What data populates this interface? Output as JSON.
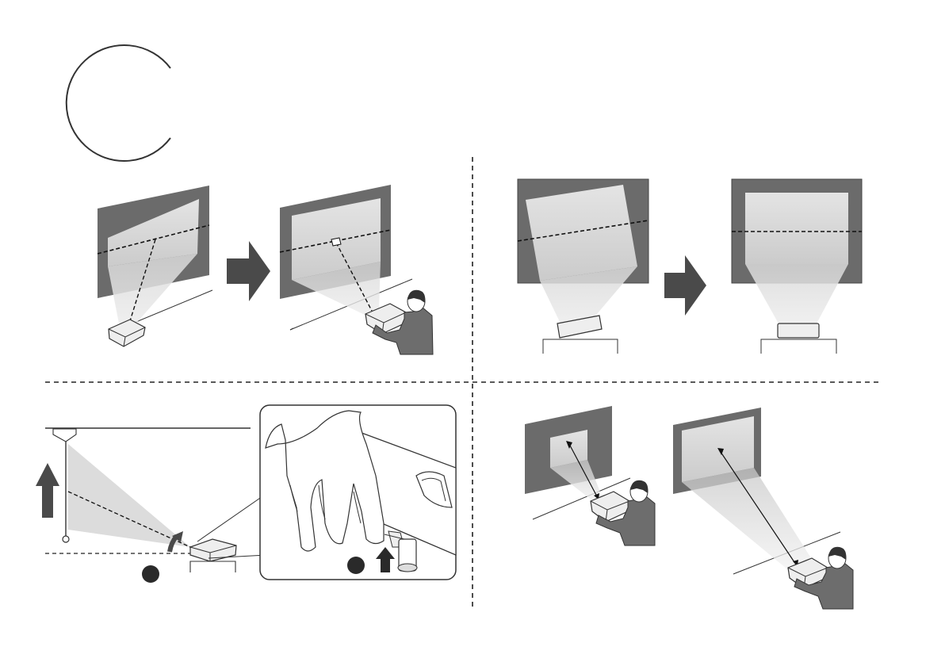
{
  "page": {
    "step_marker": {
      "shape": "open-circle",
      "label": ""
    }
  },
  "panels": [
    {
      "id": "top-left",
      "topic": "projector-perpendicular-to-screen",
      "label": ""
    },
    {
      "id": "top-right",
      "topic": "projector-level-horizontal",
      "label": ""
    },
    {
      "id": "bottom-left",
      "topic": "adjust-front-foot-height",
      "label": ""
    },
    {
      "id": "bottom-right",
      "topic": "adjust-distance-to-screen",
      "label": ""
    }
  ],
  "colors": {
    "line": "#333333",
    "screen_dark": "#6a6a6a",
    "image_light": "#d8d8d8",
    "beam": "#cfcfcf",
    "arrow": "#4a4a4a",
    "badge": "#2a2a2a",
    "device": "#f2f2f2"
  },
  "icons": [
    "circle-marker-icon",
    "right-arrow-icon",
    "up-arrow-icon",
    "curved-arrow-icon",
    "projector-icon",
    "person-icon",
    "hand-icon",
    "magnify-callout-icon",
    "badge-icon"
  ]
}
